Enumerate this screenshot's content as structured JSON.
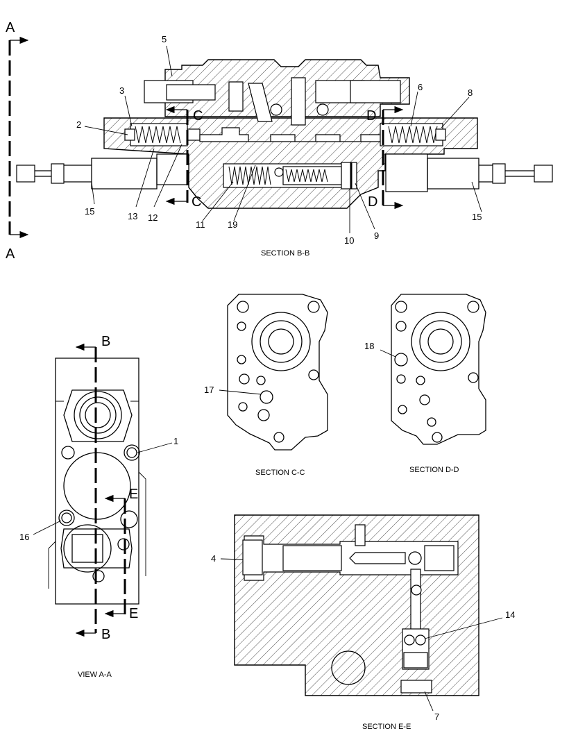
{
  "figure": {
    "sections": {
      "bb": {
        "caption": "SECTION B-B"
      },
      "cc": {
        "caption": "SECTION C-C"
      },
      "dd": {
        "caption": "SECTION D-D"
      },
      "ee": {
        "caption": "SECTION E-E"
      },
      "aa": {
        "caption": "VIEW A-A"
      }
    },
    "cut_letters": {
      "a_top": "A",
      "a_bottom": "A",
      "c_top": "C",
      "c_bottom": "C",
      "d_top": "D",
      "d_bottom": "D",
      "b_top": "B",
      "b_bottom": "B",
      "e_top": "E",
      "e_bottom": "E"
    },
    "callouts": {
      "n1": "1",
      "n2": "2",
      "n3": "3",
      "n4": "4",
      "n5": "5",
      "n6": "6",
      "n7": "7",
      "n8": "8",
      "n9": "9",
      "n10": "10",
      "n11": "11",
      "n12": "12",
      "n13": "13",
      "n14": "14",
      "n15_left": "15",
      "n15_right": "15",
      "n16": "16",
      "n17": "17",
      "n18": "18",
      "n19": "19"
    }
  }
}
